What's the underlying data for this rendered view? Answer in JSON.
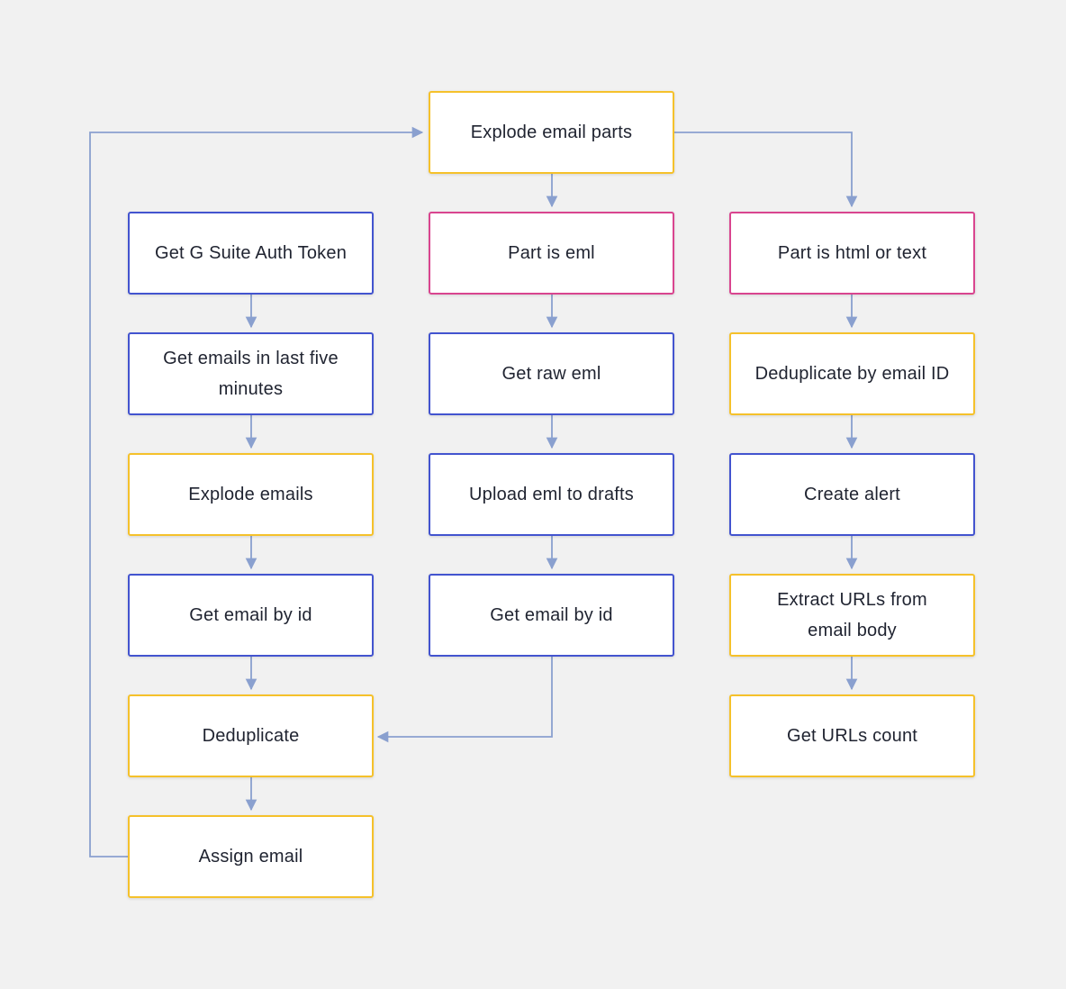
{
  "colors": {
    "background": "#f1f1f1",
    "action": "#4354cf",
    "transform": "#f5c12b",
    "condition": "#d9458f",
    "edge": "#8aa0cf"
  },
  "nodes": [
    {
      "id": "explode-parts",
      "label": "Explode email parts",
      "kind": "transform"
    },
    {
      "id": "gsuite-token",
      "label": "Get G Suite Auth Token",
      "kind": "action"
    },
    {
      "id": "get-emails",
      "label": "Get emails in last five minutes",
      "kind": "action"
    },
    {
      "id": "explode-emails",
      "label": "Explode emails",
      "kind": "transform"
    },
    {
      "id": "get-email-left",
      "label": "Get email by id",
      "kind": "action"
    },
    {
      "id": "dedup",
      "label": "Deduplicate",
      "kind": "transform"
    },
    {
      "id": "assign",
      "label": "Assign email",
      "kind": "transform"
    },
    {
      "id": "part-eml",
      "label": "Part is eml",
      "kind": "condition"
    },
    {
      "id": "raw-eml",
      "label": "Get raw eml",
      "kind": "action"
    },
    {
      "id": "upload",
      "label": "Upload eml to drafts",
      "kind": "action"
    },
    {
      "id": "get-email-mid",
      "label": "Get email by id",
      "kind": "action"
    },
    {
      "id": "part-html",
      "label": "Part is html or text",
      "kind": "condition"
    },
    {
      "id": "dedup-id",
      "label": "Deduplicate by email ID",
      "kind": "transform"
    },
    {
      "id": "alert",
      "label": "Create alert",
      "kind": "action"
    },
    {
      "id": "extract",
      "label": "Extract URLs from email body",
      "kind": "transform"
    },
    {
      "id": "count",
      "label": "Get URLs count",
      "kind": "transform"
    }
  ]
}
